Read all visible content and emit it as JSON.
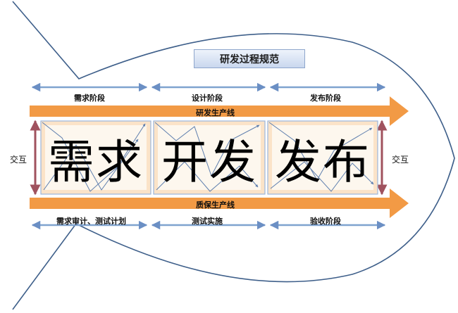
{
  "title": "研发过程规范",
  "phases": [
    "需求阶段",
    "设计阶段",
    "发布阶段"
  ],
  "lines": {
    "top": "研发生产线",
    "bottom": "质保生产线"
  },
  "boxes": [
    "需求",
    "开发",
    "发布"
  ],
  "side_labels": {
    "left": "交互",
    "right": "交互"
  },
  "bottom_phases": [
    "需求审计、测试计划",
    "测试实施",
    "验收阶段"
  ],
  "colors": {
    "orange": "#f29a45",
    "interact": "#a0525e",
    "phase_arrow": "#7fa3cf",
    "box_inner": "#fdf7ee",
    "box_border": "#f4d7b8"
  }
}
